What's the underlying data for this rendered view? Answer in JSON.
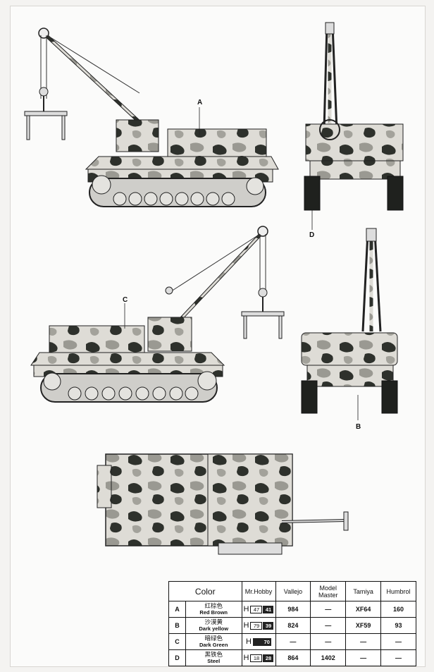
{
  "callouts": {
    "a": "A",
    "b": "B",
    "c": "C",
    "d": "D"
  },
  "table": {
    "headers": {
      "color": "Color",
      "mrhobby": "Mr.Hobby",
      "vallejo": "Vallejo",
      "model_master_1": "Model",
      "model_master_2": "Master",
      "tamiya": "Tamiya",
      "humbrol": "Humbrol"
    },
    "rows": [
      {
        "code": "A",
        "zh": "红棕色",
        "en": "Red Brown",
        "mh1": "47",
        "mh2": "41",
        "vallejo": "984",
        "model_master": "—",
        "tamiya": "XF64",
        "humbrol": "160"
      },
      {
        "code": "B",
        "zh": "沙漠黄",
        "en": "Dark yellow",
        "mh1": "79",
        "mh2": "39",
        "vallejo": "824",
        "model_master": "—",
        "tamiya": "XF59",
        "humbrol": "93"
      },
      {
        "code": "C",
        "zh": "暗绿色",
        "en": "Dark Green",
        "mh1": "",
        "mh2": "70",
        "vallejo": "—",
        "model_master": "—",
        "tamiya": "—",
        "humbrol": "—"
      },
      {
        "code": "D",
        "zh": "黑铁色",
        "en": "Steel",
        "mh1": "18",
        "mh2": "28",
        "vallejo": "864",
        "model_master": "1402",
        "tamiya": "—",
        "humbrol": "—"
      }
    ],
    "h_letter": "H"
  },
  "colors": {
    "camo_dark": "#2d302b",
    "camo_light": "#e2e1dc",
    "camo_mid": "#9c9b95",
    "line": "#222222"
  }
}
